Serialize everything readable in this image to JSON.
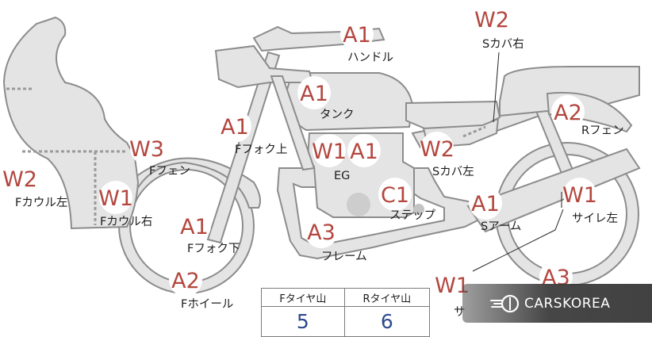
{
  "colors": {
    "grade": "#b3473f",
    "part_fill": "#e4e4e4",
    "part_stroke": "#8c8c8c",
    "tread_value": "#2d4a8c"
  },
  "markers": [
    {
      "id": "handle",
      "grade": "A1",
      "label": "ハンドル"
    },
    {
      "id": "side-cover-right",
      "grade": "W2",
      "label": "Sカバ右"
    },
    {
      "id": "tank",
      "grade": "A1",
      "label": "タンク"
    },
    {
      "id": "rear-fender",
      "grade": "A2",
      "label": "Rフェン"
    },
    {
      "id": "front-fork-upper",
      "grade": "A1",
      "label": "Fフォク上"
    },
    {
      "id": "front-fender",
      "grade": "W3",
      "label": "Fフェン"
    },
    {
      "id": "engine",
      "grade": "W1",
      "grade2": "A1",
      "label": "EG"
    },
    {
      "id": "side-cover-left",
      "grade": "W2",
      "label": "Sカバ左"
    },
    {
      "id": "front-cowl-left",
      "grade": "W2",
      "label": "Fカウル左"
    },
    {
      "id": "front-cowl-right",
      "grade": "W1",
      "label": "Fカウル右"
    },
    {
      "id": "step",
      "grade": "C1",
      "label": "ステップ"
    },
    {
      "id": "swing-arm",
      "grade": "A1",
      "label": "Sアーム"
    },
    {
      "id": "muffler-left",
      "grade": "W1",
      "label": "サイレ左"
    },
    {
      "id": "front-fork-lower",
      "grade": "A1",
      "label": "Fフォク下"
    },
    {
      "id": "frame",
      "grade": "A3",
      "label": "フレーム"
    },
    {
      "id": "front-wheel",
      "grade": "A2",
      "label": "Fホイール"
    },
    {
      "id": "rear-partial-w1",
      "grade": "W1",
      "label": "サ"
    },
    {
      "id": "rear-partial-a3",
      "grade": "A3"
    }
  ],
  "tread": {
    "front_label": "Fタイヤ山",
    "rear_label": "Rタイヤ山",
    "front_value": "5",
    "rear_value": "6"
  },
  "watermark": {
    "text": "CARSKOREA"
  }
}
